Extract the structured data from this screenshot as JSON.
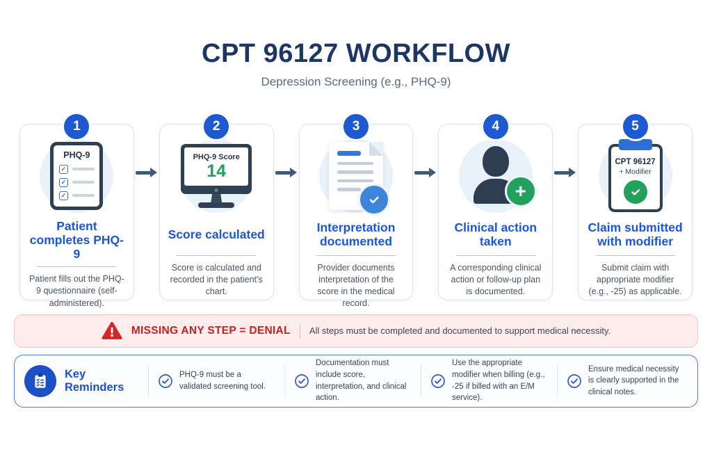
{
  "header": {
    "title": "CPT 96127 WORKFLOW",
    "subtitle": "Depression Screening (e.g., PHQ-9)"
  },
  "steps": [
    {
      "number": "1",
      "icon": "phq9-tablet-icon",
      "icon_label": "PHQ-9",
      "title": "Patient completes PHQ-9",
      "description": "Patient fills out the PHQ-9 questionnaire (self-administered)."
    },
    {
      "number": "2",
      "icon": "score-monitor-icon",
      "icon_label": "PHQ-9 Score",
      "icon_value": "14",
      "title": "Score calculated",
      "description": "Score is calculated and recorded in the patient's chart."
    },
    {
      "number": "3",
      "icon": "document-check-icon",
      "title": "Interpretation documented",
      "description": "Provider documents interpretation of the score in the medical record."
    },
    {
      "number": "4",
      "icon": "clinician-plus-icon",
      "title": "Clinical action taken",
      "description": "A corresponding clinical action or follow-up plan is documented."
    },
    {
      "number": "5",
      "icon": "claim-clipboard-icon",
      "icon_label": "CPT 96127",
      "icon_sublabel": "+ Modifier",
      "title": "Claim submitted with modifier",
      "description": "Submit claim with appropriate modifier (e.g., -25) as applicable."
    }
  ],
  "warning": {
    "headline": "MISSING ANY STEP = DENIAL",
    "detail": "All steps must be completed and documented to support medical necessity."
  },
  "reminders": {
    "heading": "Key Reminders",
    "items": [
      "PHQ-9 must be a validated screening tool.",
      "Documentation must include score, interpretation, and clinical action.",
      "Use the appropriate modifier when billing (e.g., -25 if billed with an E/M service).",
      "Ensure medical necessity is clearly supported in the clinical notes."
    ]
  },
  "colors": {
    "title_navy": "#1d3765",
    "subtitle_gray": "#5d6979",
    "step_number_blue": "#1d5ad2",
    "card_title_blue": "#1c55d6",
    "card_border": "#dbe3ee",
    "icon_circle_bg": "#e9f1fb",
    "icon_navy": "#2e4154",
    "accent_blue": "#2e6fd6",
    "success_green": "#21a15b",
    "arrow_slate": "#3f5a72",
    "alert_red": "#cb1f1f",
    "alert_bg": "#fdecec",
    "alert_border": "#f2c6c6",
    "reminders_border": "#4f7cd1",
    "reminders_blue": "#1d4fc6",
    "body_text_gray": "#4a5462"
  }
}
